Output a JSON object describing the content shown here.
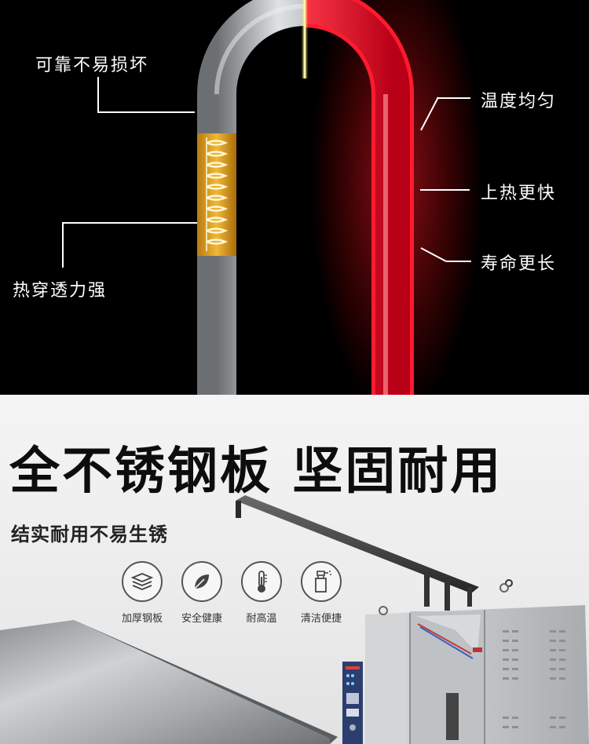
{
  "top_section": {
    "callouts_left": [
      {
        "text": "可靠不易损坏"
      },
      {
        "text": "热穿透力强"
      }
    ],
    "callouts_right": [
      {
        "text": "温度均匀"
      },
      {
        "text": "上热更快"
      },
      {
        "text": "寿命更长"
      }
    ],
    "colors": {
      "background": "#000000",
      "hot_tube": "#ff1a2e",
      "cold_tube": "#b8bcc0",
      "coil": "#e0a21a"
    }
  },
  "bottom_section": {
    "headline": "全不锈钢板 坚固耐用",
    "subheadline": "结实耐用不易生锈",
    "features": [
      {
        "icon": "layers-icon",
        "label": "加厚钢板"
      },
      {
        "icon": "leaf-icon",
        "label": "安全健康"
      },
      {
        "icon": "thermometer-icon",
        "label": "耐高温"
      },
      {
        "icon": "spray-bottle-icon",
        "label": "清洁便捷"
      }
    ]
  }
}
